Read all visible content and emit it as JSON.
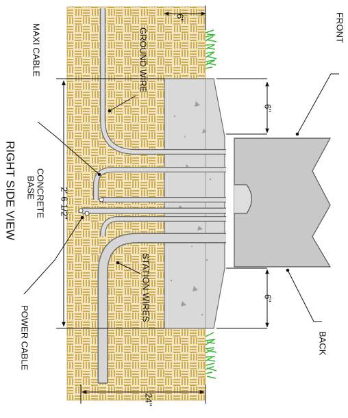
{
  "drawing": {
    "view_title": "RIGHT SIDE VIEW",
    "labels": {
      "front": "FRONT",
      "back": "BACK",
      "maxi_cable": "MAXI CABLE",
      "ground_wire": "GROUND WIRE",
      "concrete_base_line1": "CONCRETE",
      "concrete_base_line2": "BASE",
      "station_wires": "STATION WIRES",
      "power_cable": "POWER CABLE"
    },
    "dimensions": {
      "top_depth": "6\"",
      "front_offset": "6\"",
      "back_offset": "6\"",
      "base_height": "2'-6 1/2\"",
      "bottom_depth": "24\""
    }
  },
  "colors": {
    "soil": "#f2e6c8",
    "soil_hatch": "#c8a032",
    "concrete": "#d9d9d9",
    "concrete_edge": "#6e6e6e",
    "grass": "#35b835",
    "kiosk": "#c8c8c8"
  },
  "icons": [
    "grass-tuft-icon",
    "soil-hatch-pattern"
  ]
}
